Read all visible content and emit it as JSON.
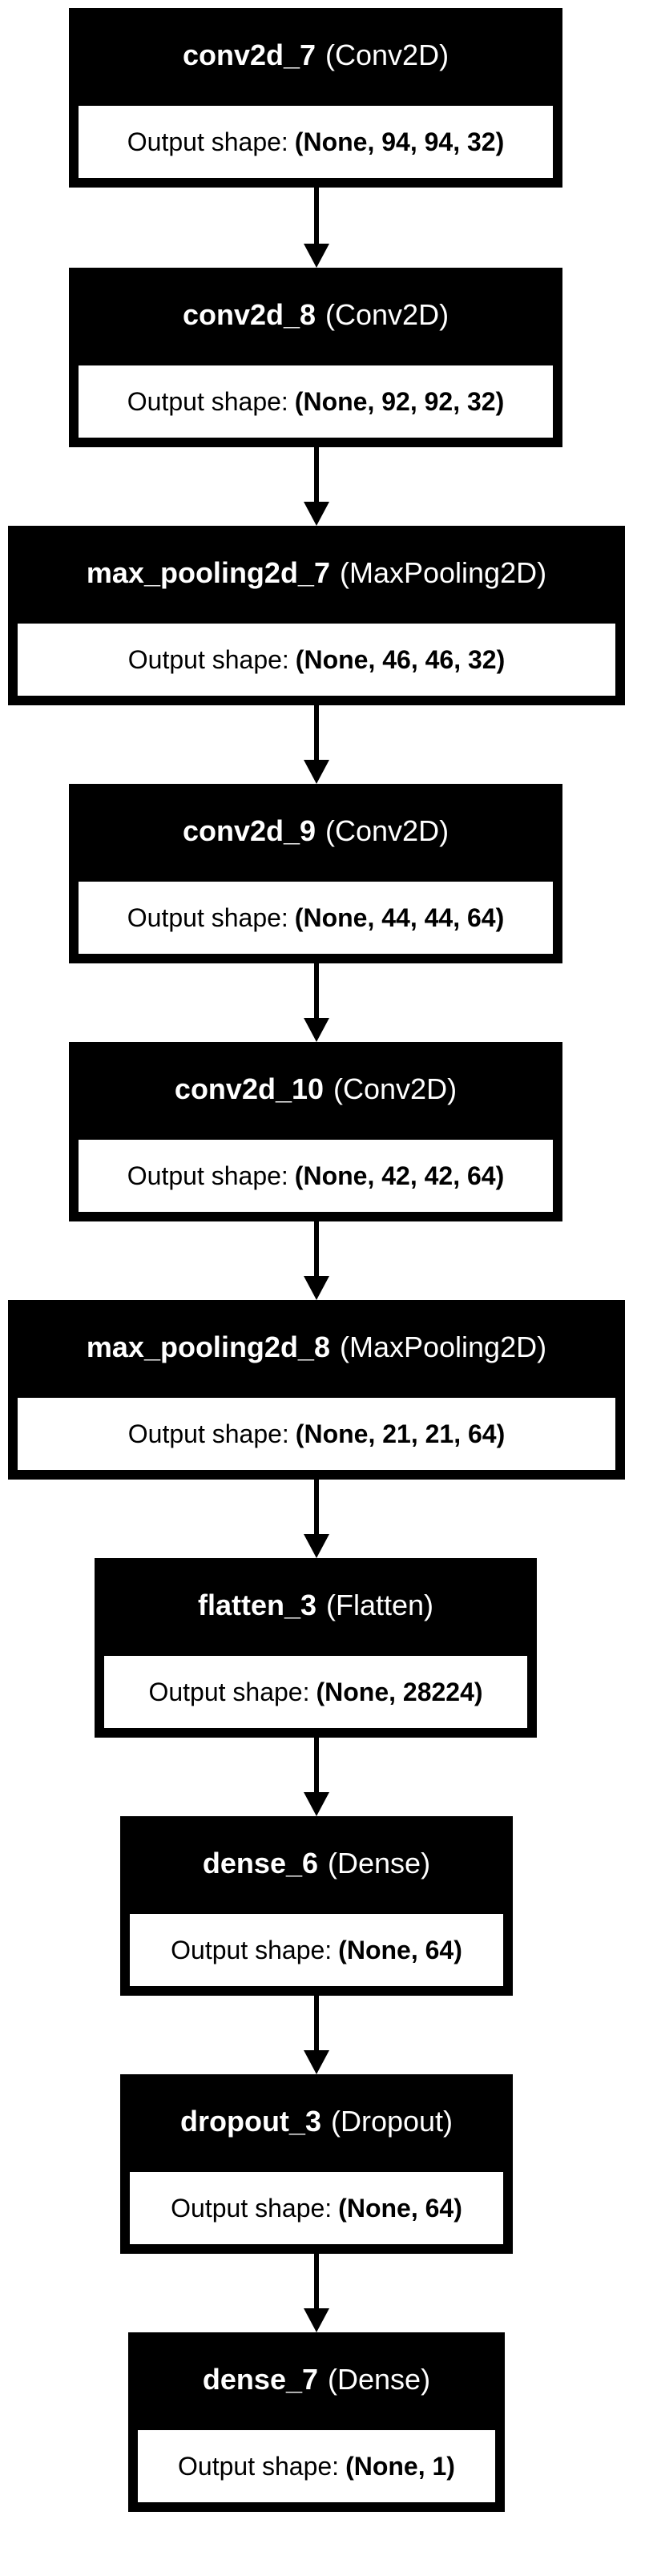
{
  "output_shape_label": "Output shape:",
  "nodes": [
    {
      "name": "conv2d_7",
      "type": "(Conv2D)",
      "shape": "(None, 94, 94, 32)"
    },
    {
      "name": "conv2d_8",
      "type": "(Conv2D)",
      "shape": "(None, 92, 92, 32)"
    },
    {
      "name": "max_pooling2d_7",
      "type": "(MaxPooling2D)",
      "shape": "(None, 46, 46, 32)"
    },
    {
      "name": "conv2d_9",
      "type": "(Conv2D)",
      "shape": "(None, 44, 44, 64)"
    },
    {
      "name": "conv2d_10",
      "type": "(Conv2D)",
      "shape": "(None, 42, 42, 64)"
    },
    {
      "name": "max_pooling2d_8",
      "type": "(MaxPooling2D)",
      "shape": "(None, 21, 21, 64)"
    },
    {
      "name": "flatten_3",
      "type": "(Flatten)",
      "shape": "(None, 28224)"
    },
    {
      "name": "dense_6",
      "type": "(Dense)",
      "shape": "(None, 64)"
    },
    {
      "name": "dropout_3",
      "type": "(Dropout)",
      "shape": "(None, 64)"
    },
    {
      "name": "dense_7",
      "type": "(Dense)",
      "shape": "(None, 1)"
    }
  ],
  "colors": {
    "header_background": "#000000",
    "header_text": "#ffffff",
    "body_background": "#ffffff",
    "body_text": "#000000",
    "edge": "#000000"
  }
}
